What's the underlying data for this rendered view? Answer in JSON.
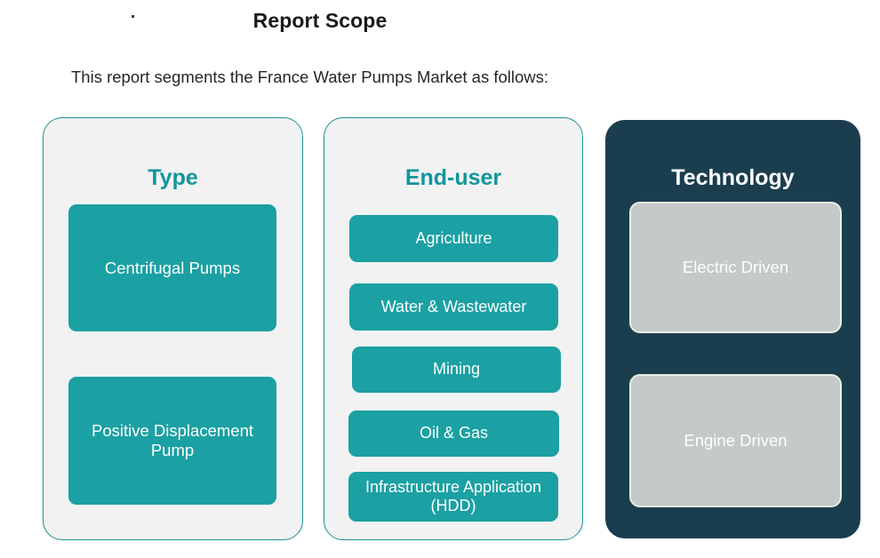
{
  "header": {
    "title": "Report Scope",
    "intro": "This report segments the France Water Pumps Market as follows:"
  },
  "theme": {
    "teal": "#1ba0a3",
    "teal_heading": "#10969c",
    "navy": "#1b3e4f",
    "grey_box": "#c4c9c9",
    "card_light_bg": "#f2f2f2",
    "card_border": "#1b8f93"
  },
  "columns": [
    {
      "id": "type",
      "heading": "Type",
      "style": "light",
      "items": [
        {
          "label": "Centrifugal Pumps"
        },
        {
          "label": "Positive Displacement Pump"
        }
      ]
    },
    {
      "id": "enduser",
      "heading": "End-user",
      "style": "light",
      "items": [
        {
          "label": "Agriculture"
        },
        {
          "label": "Water & Wastewater"
        },
        {
          "label": "Mining"
        },
        {
          "label": "Oil & Gas"
        },
        {
          "label": "Infrastructure Application (HDD)"
        }
      ]
    },
    {
      "id": "technology",
      "heading": "Technology",
      "style": "dark",
      "items": [
        {
          "label": "Electric Driven"
        },
        {
          "label": "Engine Driven"
        }
      ]
    }
  ]
}
